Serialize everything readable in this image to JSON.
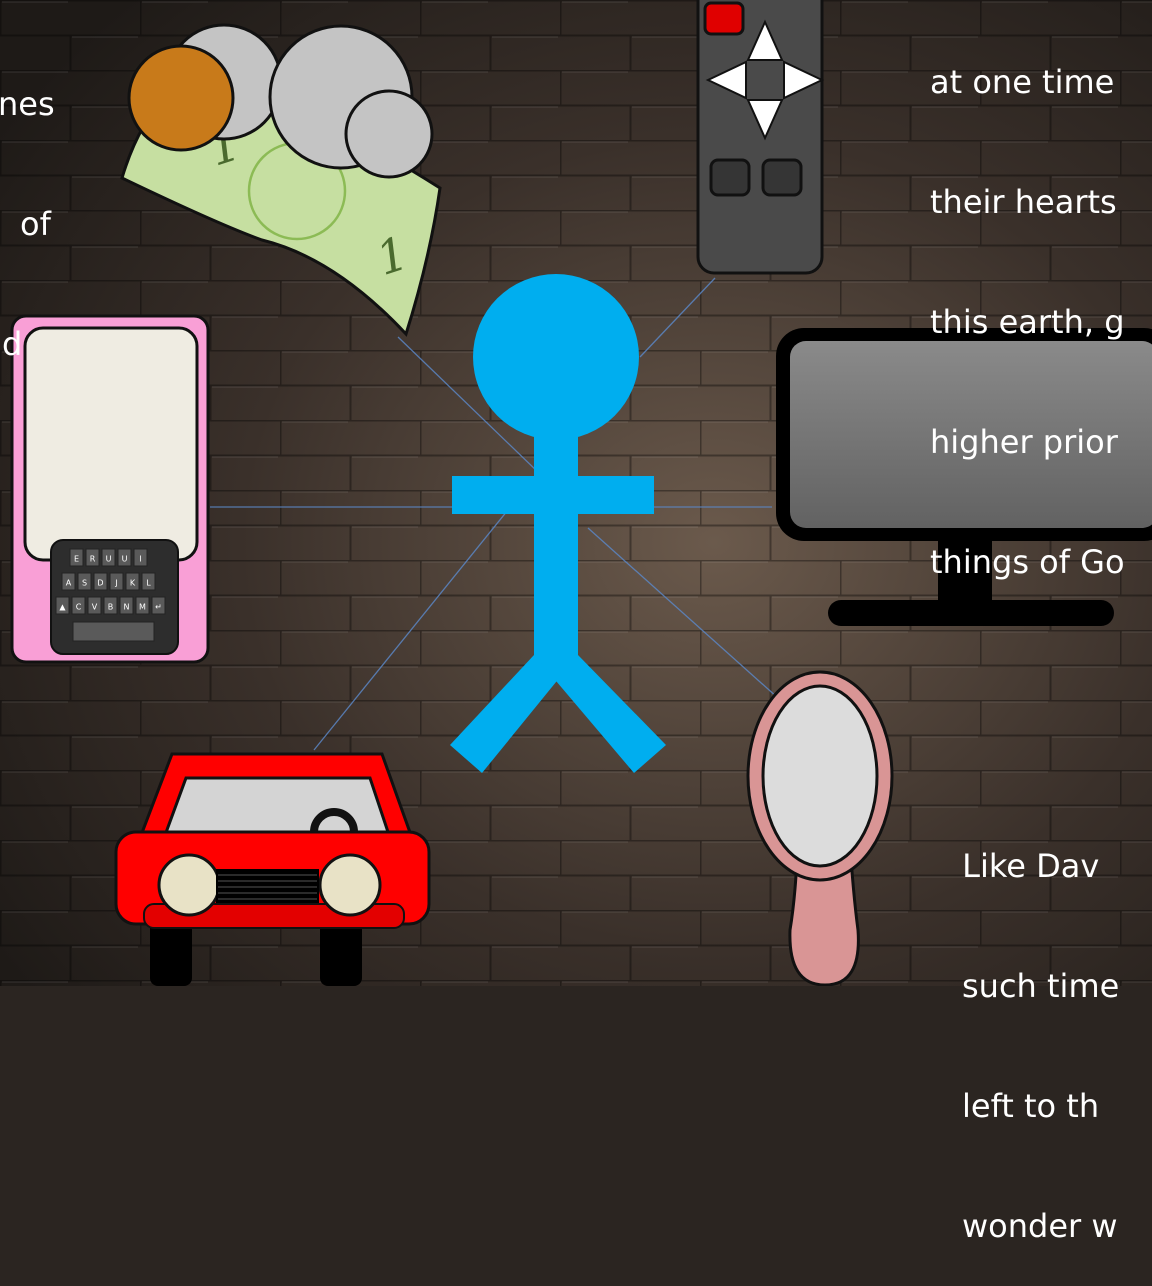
{
  "text_left": {
    "lines": [
      "nes",
      "of",
      "d"
    ]
  },
  "text_right_top": {
    "lines": [
      "at one time",
      "their hearts",
      "this earth, g",
      "higher prior",
      "things of Go"
    ]
  },
  "text_right_bottom": {
    "lines": [
      " Like Dav",
      "such time",
      "left to th",
      "wonder w"
    ]
  },
  "phone_keyboard": {
    "row1": [
      "E",
      "R",
      "U",
      "U",
      "I"
    ],
    "row2": [
      "A",
      "S",
      "D",
      "J",
      "K",
      "L"
    ],
    "row3": [
      "▲",
      "C",
      "V",
      "B",
      "N",
      "M",
      "↵"
    ]
  },
  "bill_numerals": [
    "1",
    "1"
  ],
  "colors": {
    "background": "#2b2521",
    "figure": "#00aeef",
    "phone_body": "#f99fd6",
    "car_body": "#ff0000",
    "bill": "#c6dfa1",
    "remote_body": "#4a4a4a",
    "monitor_screen": "#777777",
    "mirror_frame": "#d99595",
    "coin_copper": "#c87a1a",
    "coin_silver": "#c4c4c4"
  }
}
